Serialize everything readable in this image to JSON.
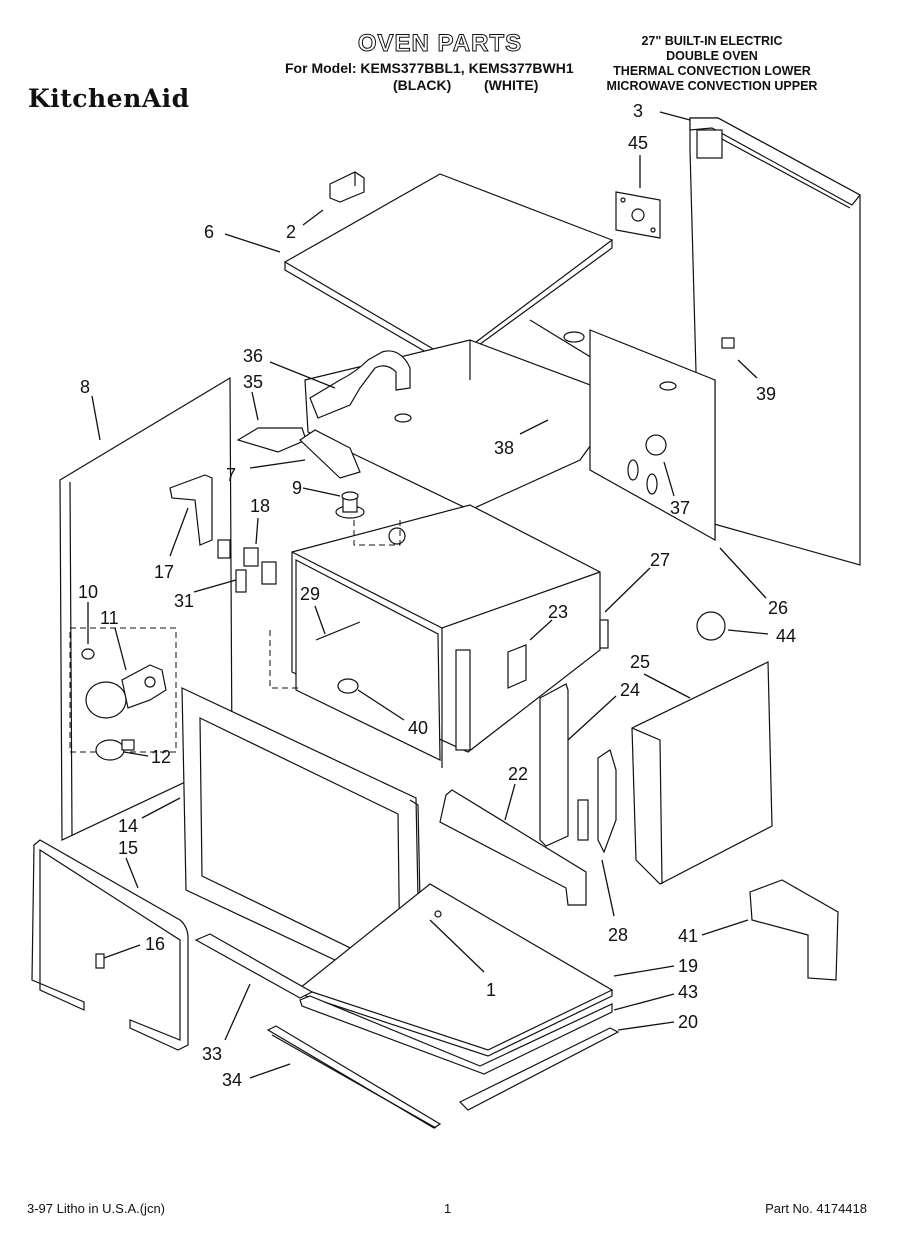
{
  "header": {
    "logo": "KitchenAid",
    "title": "OVEN PARTS",
    "model_line": "For Model: KEMS377BBL1, KEMS377BWH1",
    "black_label": "(BLACK)",
    "white_label": "(WHITE)",
    "description": [
      "27\" BUILT-IN ELECTRIC",
      "DOUBLE OVEN",
      "THERMAL CONVECTION LOWER",
      "MICROWAVE CONVECTION UPPER"
    ]
  },
  "callouts": [
    {
      "id": "3",
      "label": "3"
    },
    {
      "id": "45",
      "label": "45"
    },
    {
      "id": "2",
      "label": "2"
    },
    {
      "id": "6",
      "label": "6"
    },
    {
      "id": "39",
      "label": "39"
    },
    {
      "id": "36",
      "label": "36"
    },
    {
      "id": "35",
      "label": "35"
    },
    {
      "id": "8",
      "label": "8"
    },
    {
      "id": "38",
      "label": "38"
    },
    {
      "id": "7",
      "label": "7"
    },
    {
      "id": "37",
      "label": "37"
    },
    {
      "id": "9",
      "label": "9"
    },
    {
      "id": "18",
      "label": "18"
    },
    {
      "id": "17",
      "label": "17"
    },
    {
      "id": "31",
      "label": "31"
    },
    {
      "id": "27",
      "label": "27"
    },
    {
      "id": "26",
      "label": "26"
    },
    {
      "id": "10",
      "label": "10"
    },
    {
      "id": "11",
      "label": "11"
    },
    {
      "id": "29",
      "label": "29"
    },
    {
      "id": "23",
      "label": "23"
    },
    {
      "id": "44",
      "label": "44"
    },
    {
      "id": "25",
      "label": "25"
    },
    {
      "id": "24",
      "label": "24"
    },
    {
      "id": "40",
      "label": "40"
    },
    {
      "id": "12",
      "label": "12"
    },
    {
      "id": "22",
      "label": "22"
    },
    {
      "id": "14",
      "label": "14"
    },
    {
      "id": "15",
      "label": "15"
    },
    {
      "id": "28",
      "label": "28"
    },
    {
      "id": "41",
      "label": "41"
    },
    {
      "id": "16",
      "label": "16"
    },
    {
      "id": "1",
      "label": "1"
    },
    {
      "id": "19",
      "label": "19"
    },
    {
      "id": "43",
      "label": "43"
    },
    {
      "id": "20",
      "label": "20"
    },
    {
      "id": "33",
      "label": "33"
    },
    {
      "id": "34",
      "label": "34"
    }
  ],
  "footer": {
    "litho": "3-97 Litho in U.S.A.(jcn)",
    "page": "1",
    "part_number": "Part No. 4174418"
  }
}
